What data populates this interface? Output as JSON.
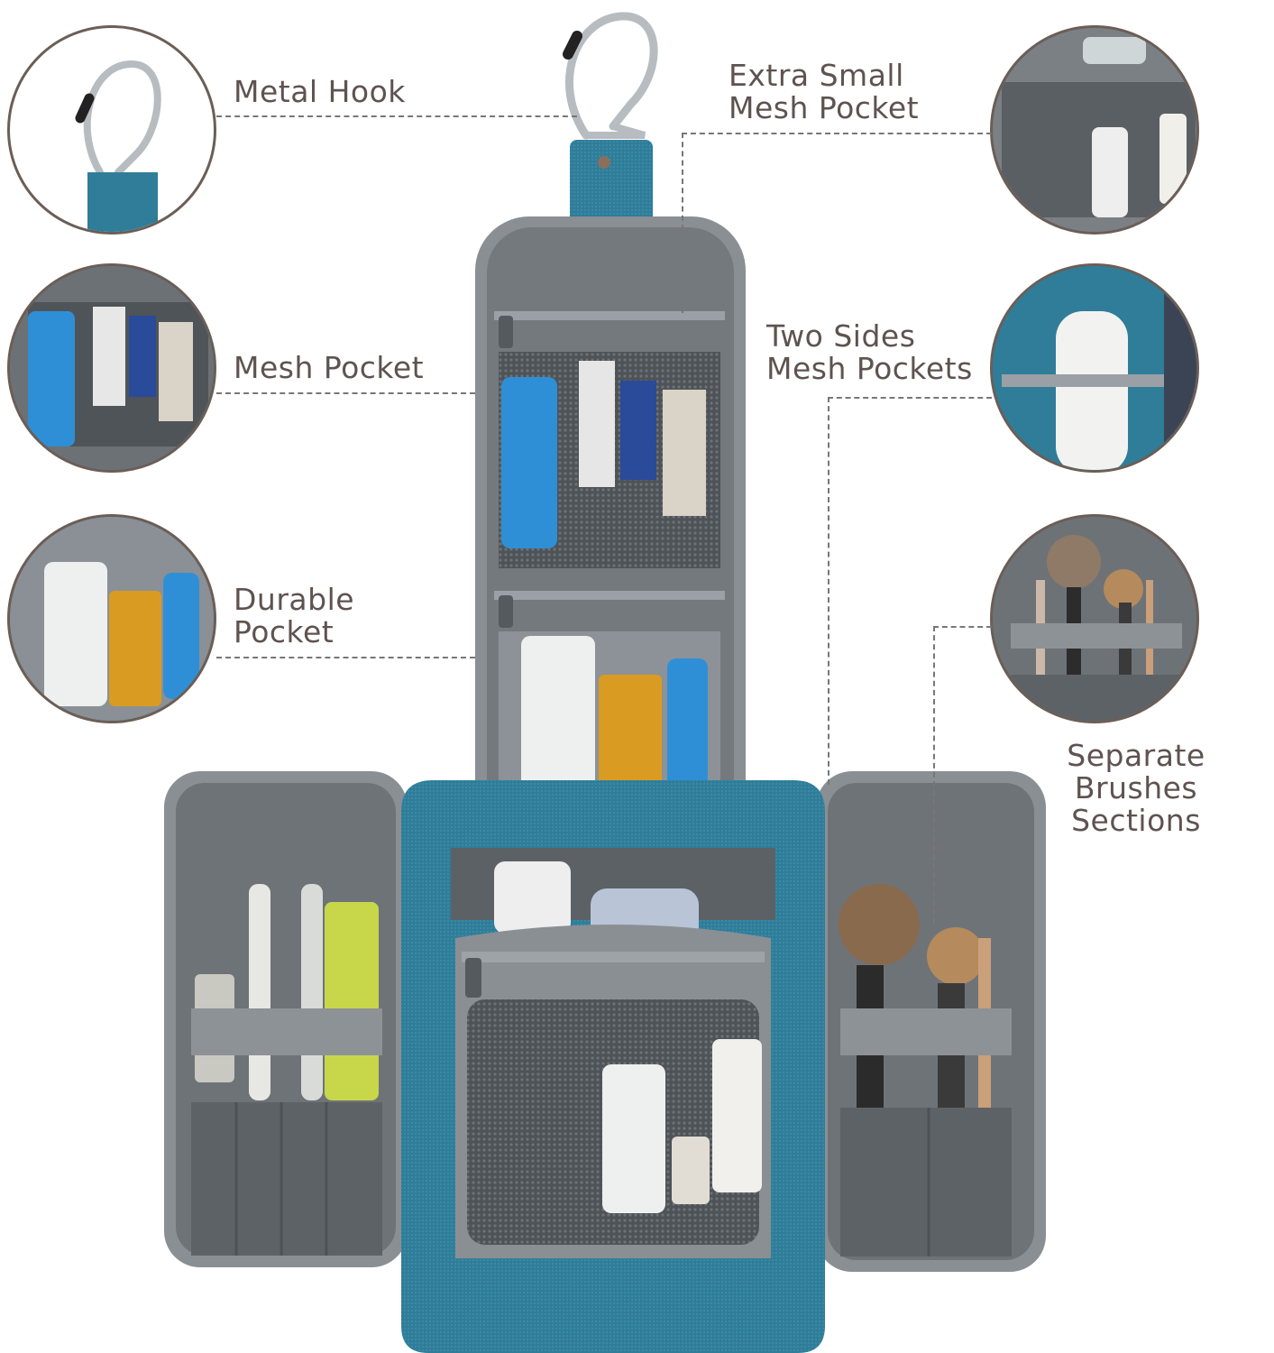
{
  "labels": {
    "metal_hook": "Metal Hook",
    "extra_small_mesh_pocket": "Extra Small\nMesh Pocket",
    "mesh_pocket": "Mesh Pocket",
    "two_sides_mesh_pockets": "Two Sides\nMesh Pockets",
    "durable_pocket": "Durable\nPocket",
    "separate_brushes_sections": "Separate Brushes\nSections"
  },
  "colors": {
    "bag_blue": "#2f7d99",
    "lining_gray": "#6d7379",
    "trim_gray": "#8a8f94",
    "label_text": "#5e5350",
    "circle_border": "#6b5e57"
  }
}
